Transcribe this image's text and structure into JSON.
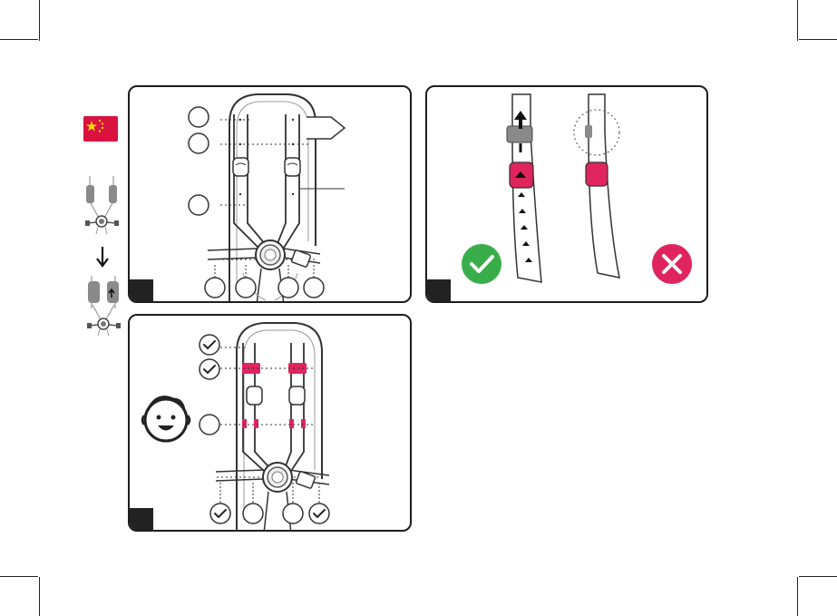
{
  "document": {
    "flag": {
      "country": "China",
      "color": "#d9123f",
      "icon": "china-flag-icon"
    },
    "sidebar": {
      "top_figure": "harness-straps-lowered-icon",
      "arrow": "arrow-down-icon",
      "bottom_figure": "harness-straps-raised-icon"
    },
    "panels": [
      {
        "id": "step-1",
        "content": "harness-diagram-unmarked"
      },
      {
        "id": "step-2",
        "content": "strap-adjuster-correct-vs-incorrect"
      },
      {
        "id": "step-3",
        "content": "harness-diagram-checked"
      }
    ],
    "status_icons": {
      "correct": {
        "icon": "checkmark-icon",
        "color": "#3aad4b"
      },
      "incorrect": {
        "icon": "cross-icon",
        "color": "#e0245e"
      }
    },
    "accent_color": "#e0245e",
    "buckle_color": "#d9123f",
    "adjuster_grey": "#8a8a8a",
    "child_face": "child-face-icon"
  }
}
